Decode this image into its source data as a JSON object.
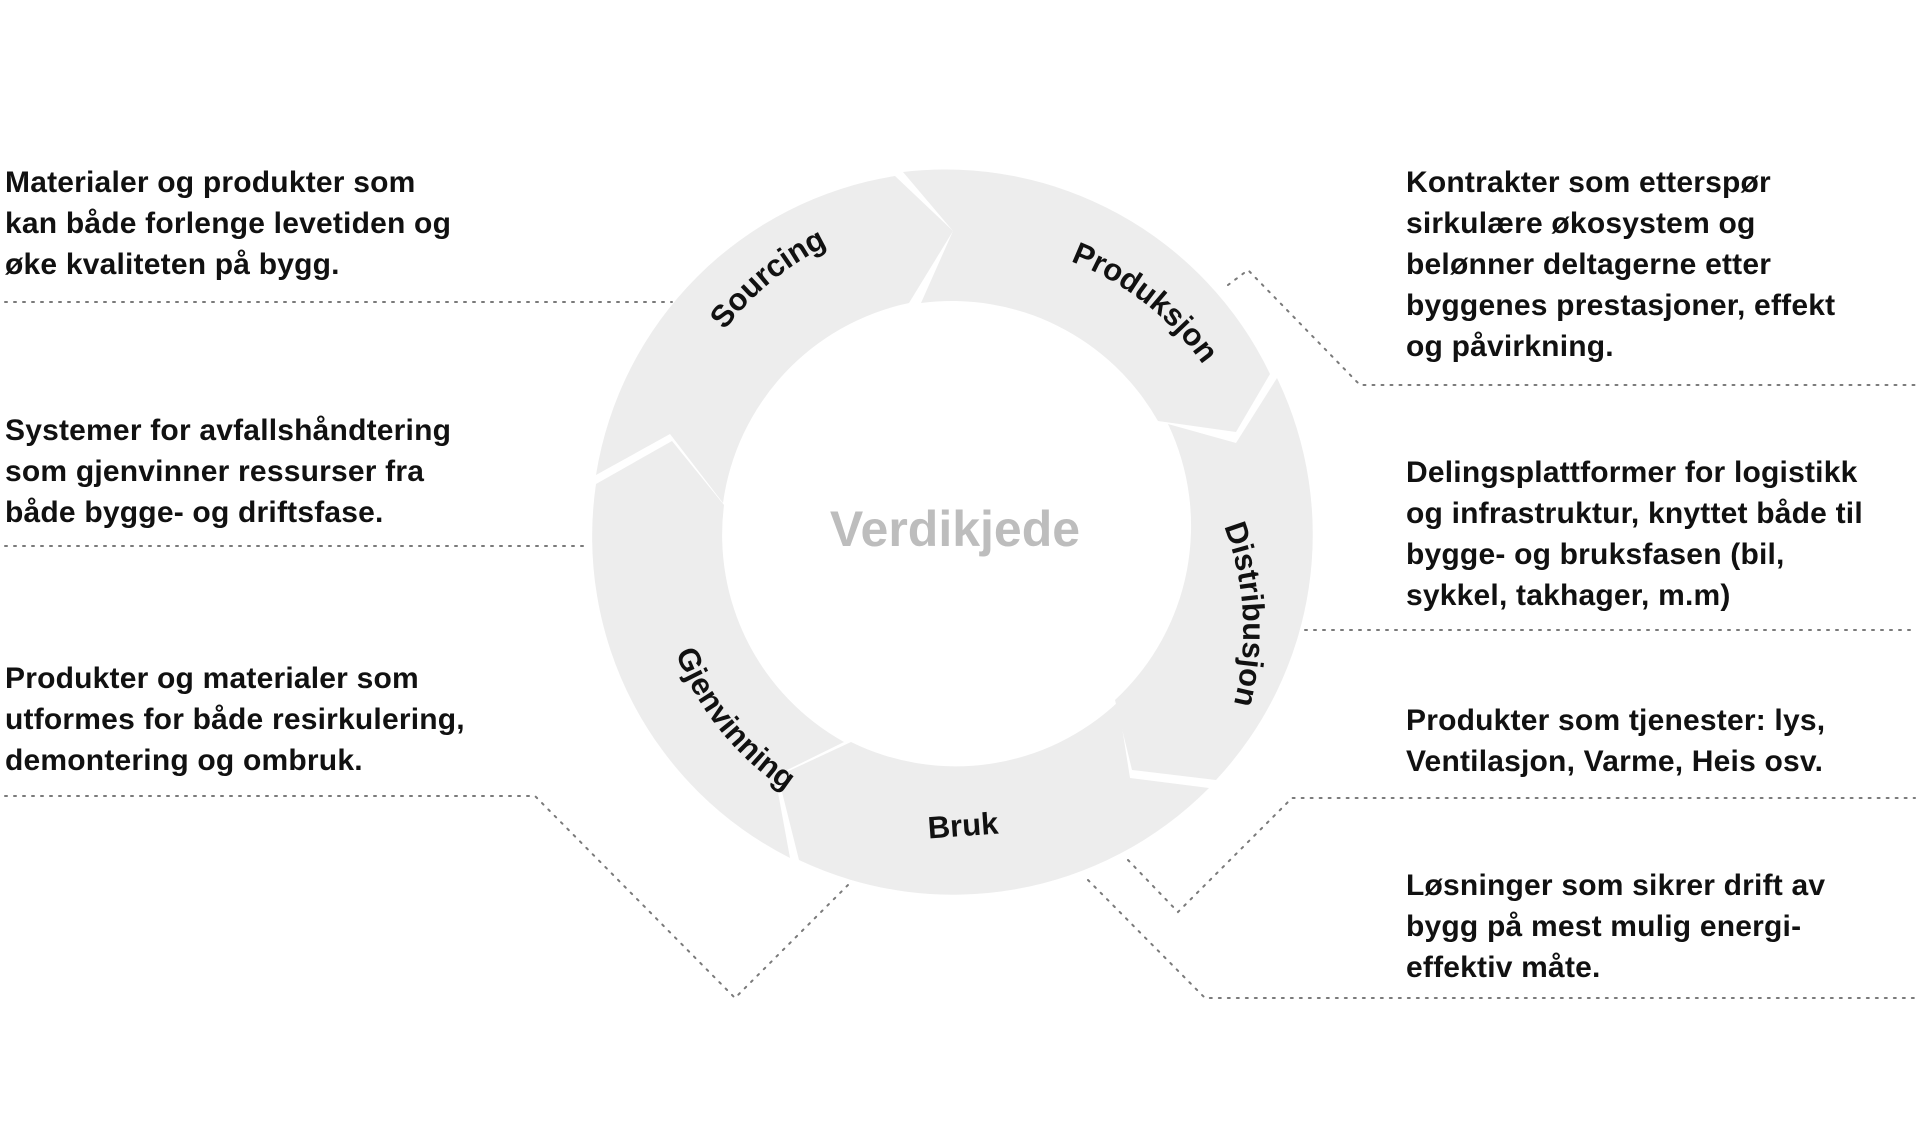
{
  "diagram": {
    "center_label": "Verdikjede",
    "stages": [
      {
        "id": "sourcing",
        "label": "Sourcing"
      },
      {
        "id": "produksjon",
        "label": "Produksjon"
      },
      {
        "id": "distribusjon",
        "label": "Distribusjon"
      },
      {
        "id": "bruk",
        "label": "Bruk"
      },
      {
        "id": "gjenvinning",
        "label": "Gjenvinning"
      }
    ],
    "colors": {
      "segment": "#ededed",
      "center_text": "#bdbdbd",
      "text": "#111111",
      "connector": "#7a7a7a"
    }
  },
  "notes": {
    "left": [
      {
        "lines": [
          "Materialer og produkter som",
          "kan både forlenge levetiden og",
          "øke kvaliteten på bygg."
        ]
      },
      {
        "lines": [
          "Systemer for avfallshåndtering",
          "som gjenvinner ressurser fra",
          "både bygge- og driftsfase."
        ]
      },
      {
        "lines": [
          "Produkter og materialer som",
          "utformes for både resirkulering,",
          "demontering og ombruk."
        ]
      }
    ],
    "right": [
      {
        "lines": [
          "Kontrakter som etterspør",
          "sirkulære økosystem og",
          "belønner deltagerne etter",
          "byggenes prestasjoner, effekt",
          "og påvirkning."
        ]
      },
      {
        "lines": [
          "Delingsplattformer for logistikk",
          "og infrastruktur, knyttet både til",
          "bygge- og bruksfasen (bil,",
          "sykkel, takhager, m.m)"
        ]
      },
      {
        "lines": [
          "Produkter som tjenester: lys,",
          "Ventilasjon, Varme, Heis osv."
        ]
      },
      {
        "lines": [
          "Løsninger som sikrer drift av",
          "bygg på mest mulig energi-",
          "effektiv måte."
        ]
      }
    ]
  }
}
